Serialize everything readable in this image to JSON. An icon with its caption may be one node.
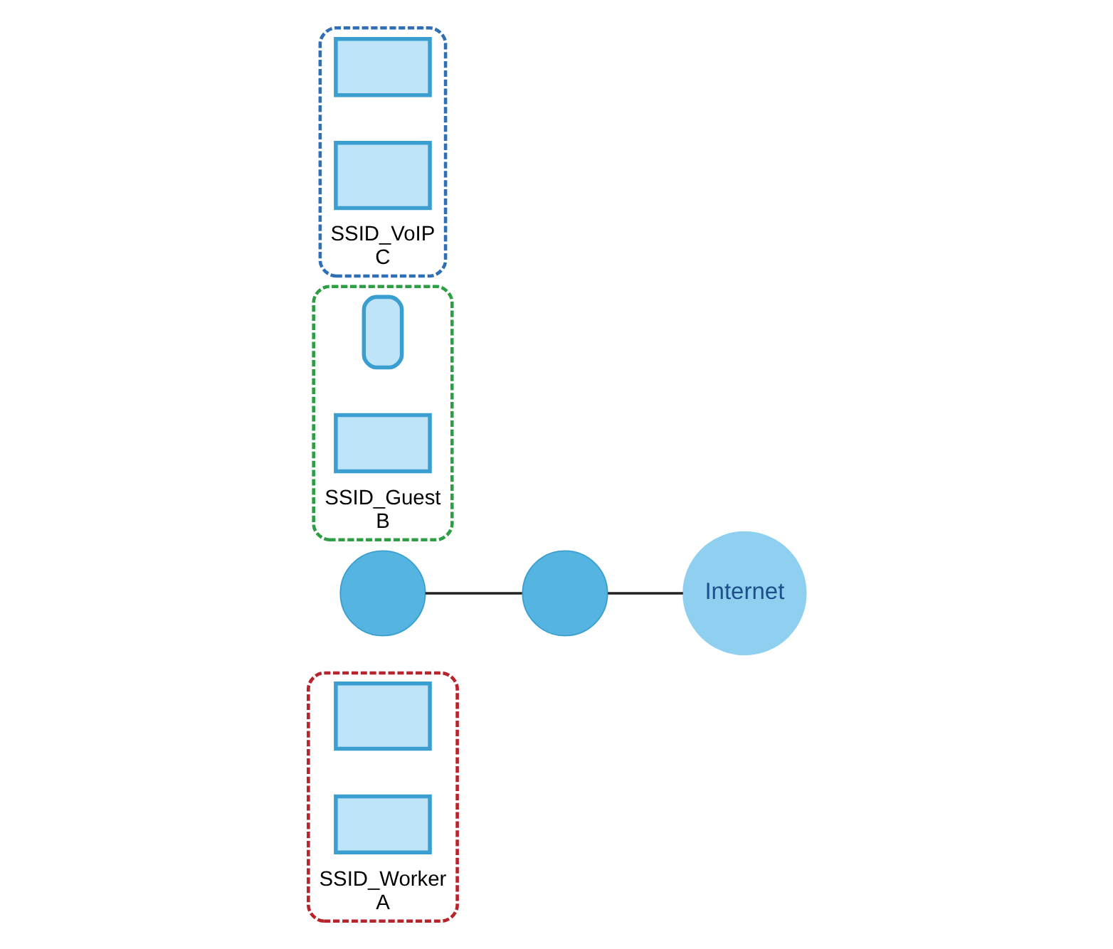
{
  "diagram": {
    "nodes": [
      {
        "text": [
          "SSID_Worker",
          "A"
        ]
      },
      {
        "text": [],
        "shape": "monitor",
        "in": 0
      },
      {
        "text": [],
        "shape": "laptop",
        "in": 0
      },
      {
        "text": [
          "Internet"
        ]
      },
      {
        "text": [],
        "shape": "circle"
      },
      {
        "text": [],
        "shape": "circle"
      },
      {
        "text": [
          "SSID_Guest",
          "B"
        ]
      },
      {
        "text": [],
        "shape": "phone",
        "in": 6
      },
      {
        "text": [],
        "shape": "laptop",
        "in": 6
      },
      {
        "text": [
          "SSID_VoIP",
          "C"
        ]
      },
      {
        "text": [],
        "shape": "laptop",
        "in": 9
      },
      {
        "text": [],
        "shape": "monitor",
        "in": 9
      }
    ],
    "edges": [
      {
        "from": 4,
        "to": 5,
        "arrow": "none"
      },
      {
        "from": 5,
        "to": 3,
        "arrow": "none"
      }
    ]
  }
}
